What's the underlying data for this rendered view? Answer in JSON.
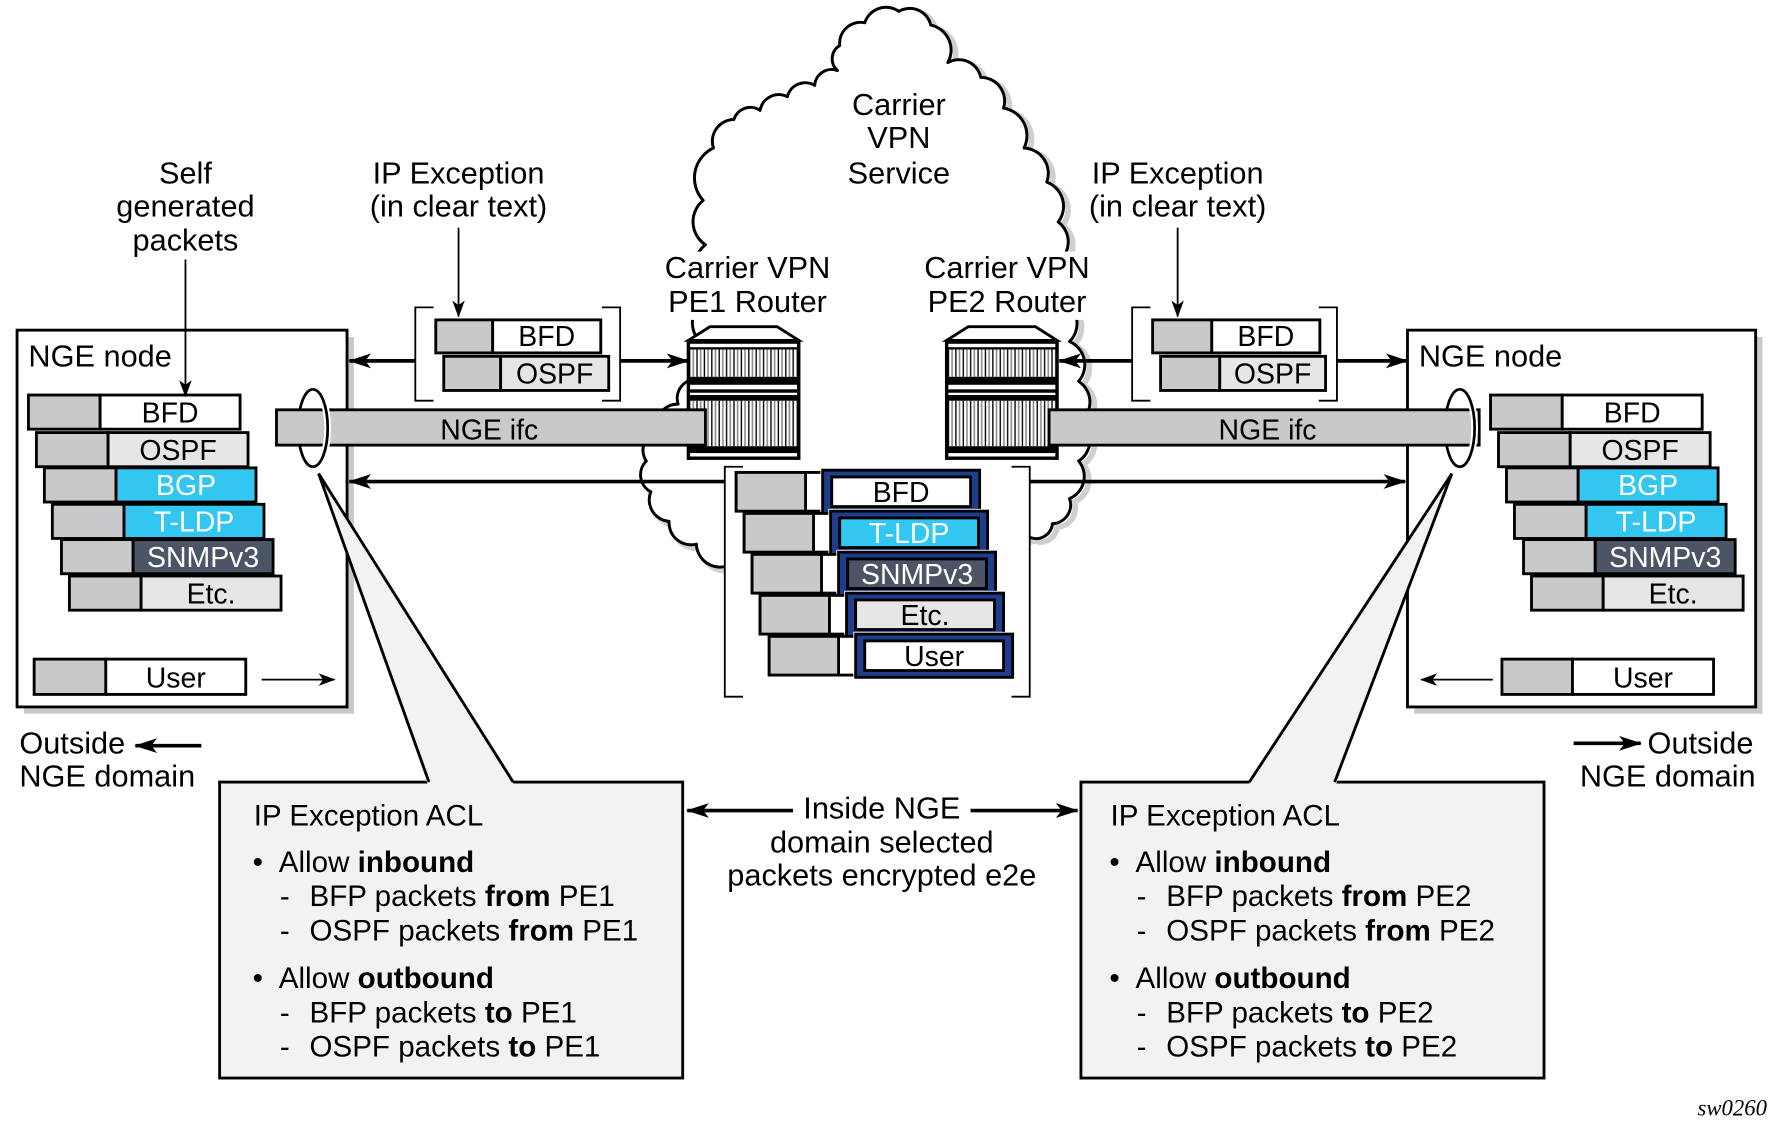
{
  "figure_id": "sw0260",
  "colors": {
    "packet_header_gray": "#c8c9cb",
    "light_gray": "#e6e6e6",
    "cyan": "#33c6f1",
    "slate": "#4b5565",
    "navy": "#1f3d8a",
    "callout_fill": "#f2f2f2",
    "shadow": "#c8c8c8",
    "interface_bar": "#c8c9cb"
  },
  "cloud": {
    "label": [
      "Carrier",
      "VPN",
      "Service"
    ]
  },
  "pe1": {
    "label": [
      "Carrier VPN",
      "PE1 Router"
    ]
  },
  "pe2": {
    "label": [
      "Carrier VPN",
      "PE2 Router"
    ]
  },
  "self_generated_label": [
    "Self",
    "generated",
    "packets"
  ],
  "left_exception": {
    "label": [
      "IP Exception",
      "(in clear text)"
    ],
    "packets": [
      {
        "label": "BFD",
        "style": "white"
      },
      {
        "label": "OSPF",
        "style": "light"
      }
    ]
  },
  "right_exception": {
    "label": [
      "IP Exception",
      "(in clear text)"
    ],
    "packets": [
      {
        "label": "BFD",
        "style": "white"
      },
      {
        "label": "OSPF",
        "style": "light"
      }
    ]
  },
  "left_node": {
    "title": "NGE node",
    "interface_label": "NGE ifc",
    "protocols": [
      {
        "label": "BFD",
        "style": "white"
      },
      {
        "label": "OSPF",
        "style": "light"
      },
      {
        "label": "BGP",
        "style": "cyan"
      },
      {
        "label": "T-LDP",
        "style": "cyan"
      },
      {
        "label": "SNMPv3",
        "style": "slate"
      },
      {
        "label": "Etc.",
        "style": "light"
      }
    ],
    "user_packet": {
      "label": "User",
      "style": "white"
    },
    "outside_label": [
      "Outside",
      "NGE domain"
    ]
  },
  "right_node": {
    "title": "NGE node",
    "interface_label": "NGE ifc",
    "protocols": [
      {
        "label": "BFD",
        "style": "white"
      },
      {
        "label": "OSPF",
        "style": "light"
      },
      {
        "label": "BGP",
        "style": "cyan"
      },
      {
        "label": "T-LDP",
        "style": "cyan"
      },
      {
        "label": "SNMPv3",
        "style": "slate"
      },
      {
        "label": "Etc.",
        "style": "light"
      }
    ],
    "user_packet": {
      "label": "User",
      "style": "white"
    },
    "outside_label": [
      "Outside",
      "NGE domain"
    ]
  },
  "encrypted_packets": [
    {
      "label": "BFD",
      "style": "white"
    },
    {
      "label": "T-LDP",
      "style": "cyan"
    },
    {
      "label": "SNMPv3",
      "style": "slate"
    },
    {
      "label": "Etc.",
      "style": "light"
    },
    {
      "label": "User",
      "style": "white"
    }
  ],
  "inside_label": [
    "Inside NGE",
    "domain selected",
    "packets encrypted e2e"
  ],
  "left_acl": {
    "title": "IP Exception ACL",
    "bullet": "•",
    "dash": "-",
    "rules": [
      {
        "prefix": "Allow ",
        "keyword": "inbound",
        "items": [
          {
            "pre": "BFP packets ",
            "keyword": "from",
            "post": " PE1"
          },
          {
            "pre": "OSPF packets ",
            "keyword": "from",
            "post": " PE1"
          }
        ]
      },
      {
        "prefix": "Allow ",
        "keyword": "outbound",
        "items": [
          {
            "pre": "BFP packets ",
            "keyword": "to",
            "post": " PE1"
          },
          {
            "pre": "OSPF packets ",
            "keyword": "to",
            "post": " PE1"
          }
        ]
      }
    ]
  },
  "right_acl": {
    "title": "IP Exception ACL",
    "bullet": "•",
    "dash": "-",
    "rules": [
      {
        "prefix": "Allow ",
        "keyword": "inbound",
        "items": [
          {
            "pre": "BFP packets ",
            "keyword": "from",
            "post": " PE2"
          },
          {
            "pre": "OSPF packets ",
            "keyword": "from",
            "post": " PE2"
          }
        ]
      },
      {
        "prefix": "Allow ",
        "keyword": "outbound",
        "items": [
          {
            "pre": "BFP packets ",
            "keyword": "to",
            "post": " PE2"
          },
          {
            "pre": "OSPF packets ",
            "keyword": "to",
            "post": " PE2"
          }
        ]
      }
    ]
  }
}
